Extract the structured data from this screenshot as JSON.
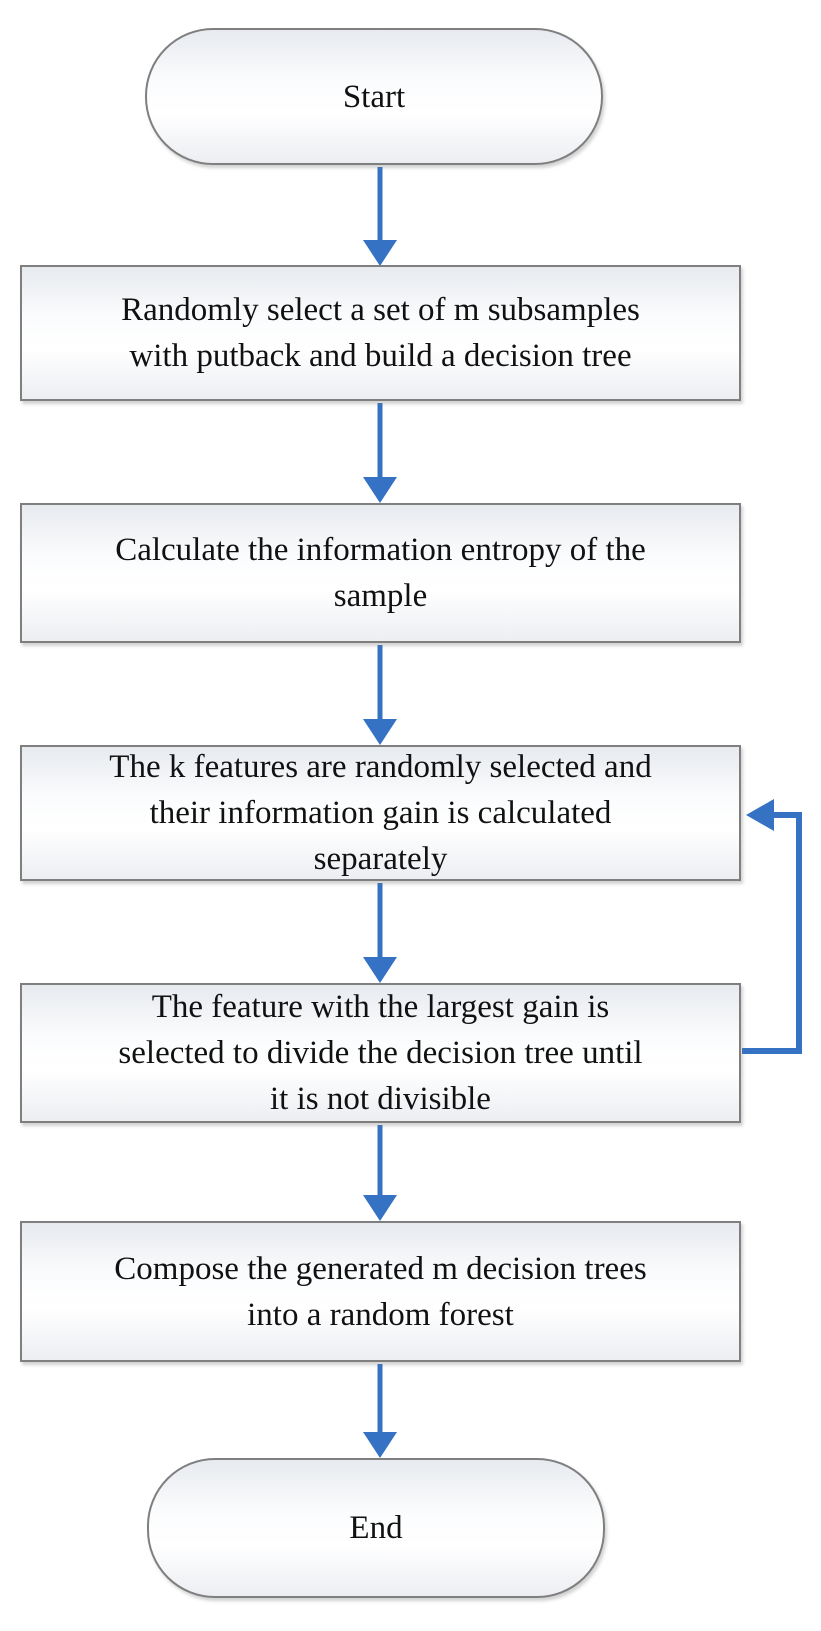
{
  "diagram": {
    "type": "flowchart",
    "description": "Random forest algorithm training flowchart",
    "colors": {
      "arrow": "#3572c4",
      "node_border": "#7f7f7f",
      "node_fill_top": "#e7eaef",
      "node_fill_bottom": "#eceef2",
      "text": "#111111",
      "background": "#ffffff"
    },
    "nodes": {
      "start": {
        "label": "Start",
        "shape": "terminator"
      },
      "step1": {
        "label": "Randomly select a set of m subsamples\nwith putback and build a decision tree",
        "shape": "process"
      },
      "step2": {
        "label": "Calculate the information entropy of the\nsample",
        "shape": "process"
      },
      "step3": {
        "label": "The k features are randomly selected and\ntheir information gain is calculated\nseparately",
        "shape": "process"
      },
      "step4": {
        "label": "The feature with the largest gain is\nselected to divide the decision tree until\nit is not divisible",
        "shape": "process"
      },
      "step5": {
        "label": "Compose the generated m decision trees\ninto a random forest",
        "shape": "process"
      },
      "end": {
        "label": "End",
        "shape": "terminator"
      }
    },
    "edges": [
      {
        "from": "start",
        "to": "step1",
        "kind": "down-arrow"
      },
      {
        "from": "step1",
        "to": "step2",
        "kind": "down-arrow"
      },
      {
        "from": "step2",
        "to": "step3",
        "kind": "down-arrow"
      },
      {
        "from": "step3",
        "to": "step4",
        "kind": "down-arrow"
      },
      {
        "from": "step4",
        "to": "step5",
        "kind": "down-arrow"
      },
      {
        "from": "step5",
        "to": "end",
        "kind": "down-arrow"
      },
      {
        "from": "step4",
        "to": "step3",
        "kind": "loop-back-right"
      }
    ]
  }
}
